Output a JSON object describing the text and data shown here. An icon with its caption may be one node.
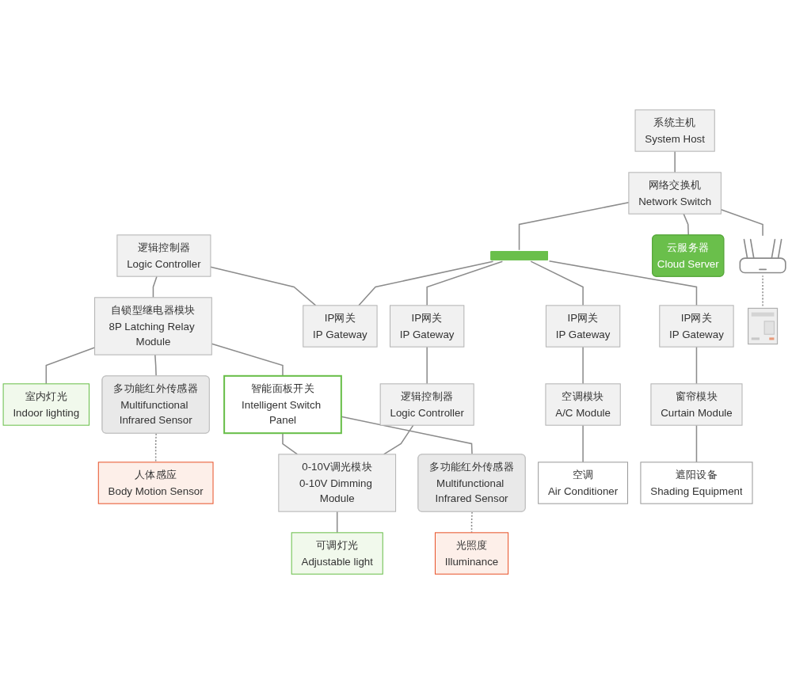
{
  "diagram": {
    "nodes": [
      {
        "text": [
          "系统主机",
          "System Host"
        ]
      },
      {
        "text": [],
        "shape": "bar"
      },
      {
        "text": [
          "室内灯光",
          "Indoor lighting"
        ]
      },
      {
        "text": [
          "逻辑控制器",
          "Logic Controller"
        ]
      },
      {
        "text": [
          "自锁型继电器模块",
          "8P Latching Relay Module"
        ]
      },
      {
        "text": [
          "多功能红外传感器",
          "Multifunctional Infrared Sensor"
        ]
      },
      {
        "text": [
          "人体感应",
          "Body Motion Sensor"
        ]
      },
      {
        "text": [
          "IP网关",
          "IP Gateway"
        ]
      },
      {
        "text": [
          "智能面板开关",
          "Intelligent Switch Panel"
        ]
      },
      {
        "text": [
          "多功能红外传感器",
          "Multifunctional Infrared Sensor"
        ]
      },
      {
        "text": [
          "光照度",
          "Illuminance"
        ]
      },
      {
        "text": [
          "网络交换机",
          "Network Switch"
        ]
      },
      {
        "text": [
          "IP网关",
          "IP Gateway"
        ]
      },
      {
        "text": [
          "逻辑控制器",
          "Logic Controller"
        ]
      },
      {
        "text": [
          "0-10V调光模块",
          "0-10V Dimming Module"
        ]
      },
      {
        "text": [
          "可调灯光",
          "Adjustable light"
        ]
      },
      {
        "text": [
          "IP网关",
          "IP Gateway"
        ]
      },
      {
        "text": [
          "空调模块",
          "A/C Module"
        ]
      },
      {
        "text": [
          "空调",
          "Air Conditioner"
        ]
      },
      {
        "text": [
          "IP网关",
          "IP Gateway"
        ]
      },
      {
        "text": [
          "窗帘模块",
          "Curtain Module"
        ]
      },
      {
        "text": [
          "遮阳设备",
          "Shading Equipment"
        ]
      },
      {
        "text": [
          "云服务器",
          "Cloud Server"
        ]
      },
      {
        "text": [],
        "shape": "picture"
      },
      {
        "text": [],
        "shape": "picture"
      }
    ],
    "edges": [
      {
        "from": 0,
        "to": 11,
        "arrow": "none"
      },
      {
        "from": 11,
        "to": 1,
        "arrow": "none"
      },
      {
        "from": 11,
        "to": 22,
        "arrow": "none"
      },
      {
        "from": 11,
        "to": 23,
        "arrow": "none"
      },
      {
        "from": 23,
        "to": 24,
        "arrow": "none",
        "style": "dashed"
      },
      {
        "from": 3,
        "to": 4,
        "arrow": "none"
      },
      {
        "from": 4,
        "to": 2,
        "arrow": "none"
      },
      {
        "from": 4,
        "to": 5,
        "arrow": "none"
      },
      {
        "from": 5,
        "to": 6,
        "arrow": "none",
        "style": "dashed"
      },
      {
        "from": 3,
        "to": 7,
        "arrow": "none"
      },
      {
        "from": 1,
        "to": 7,
        "arrow": "none"
      },
      {
        "from": 4,
        "to": 8,
        "arrow": "none"
      },
      {
        "from": 8,
        "to": 9,
        "arrow": "none"
      },
      {
        "from": 9,
        "to": 10,
        "arrow": "none",
        "style": "dashed"
      },
      {
        "from": 8,
        "to": 14,
        "arrow": "none"
      },
      {
        "from": 1,
        "to": 12,
        "arrow": "none"
      },
      {
        "from": 12,
        "to": 13,
        "arrow": "none"
      },
      {
        "from": 13,
        "to": 14,
        "arrow": "none"
      },
      {
        "from": 14,
        "to": 15,
        "arrow": "none"
      },
      {
        "from": 1,
        "to": 16,
        "arrow": "none"
      },
      {
        "from": 16,
        "to": 17,
        "arrow": "none"
      },
      {
        "from": 17,
        "to": 18,
        "arrow": "none"
      },
      {
        "from": 1,
        "to": 19,
        "arrow": "none"
      },
      {
        "from": 19,
        "to": 20,
        "arrow": "none"
      },
      {
        "from": 20,
        "to": 21,
        "arrow": "none"
      }
    ]
  }
}
